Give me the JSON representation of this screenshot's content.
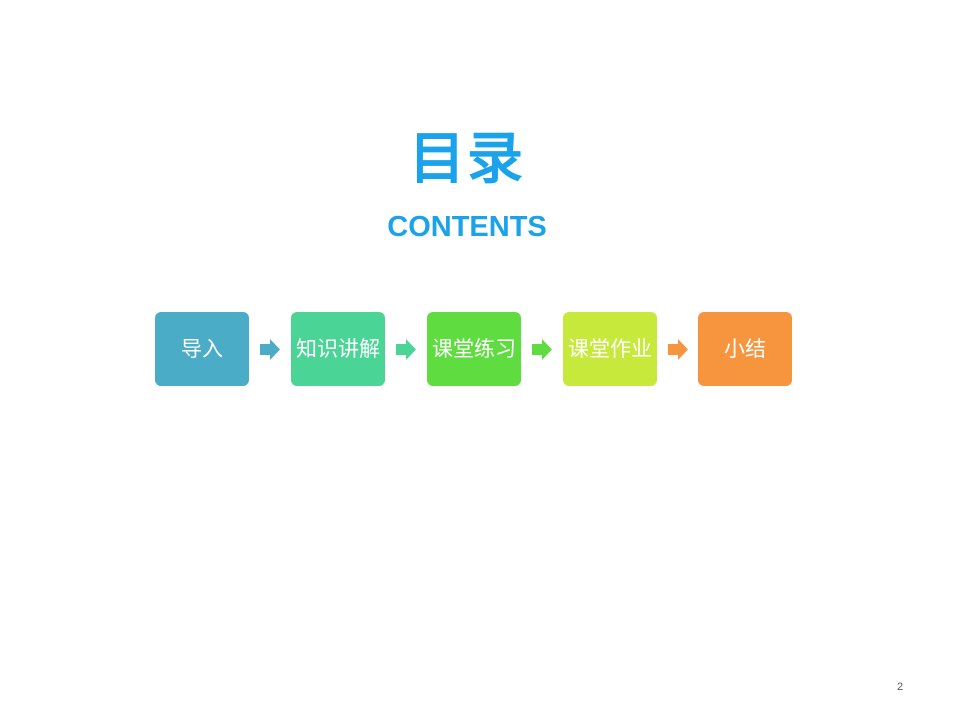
{
  "slide": {
    "title": "目录",
    "subtitle": "CONTENTS",
    "page_number": "2"
  },
  "steps": [
    {
      "label": "导入",
      "color": "#4aacc7"
    },
    {
      "label": "知识讲解",
      "color": "#4ad495"
    },
    {
      "label": "课堂练习",
      "color": "#5fdc40"
    },
    {
      "label": "课堂作业",
      "color": "#c7e93c"
    },
    {
      "label": "小结",
      "color": "#f7943e"
    }
  ],
  "arrows": [
    {
      "icon": "right-arrow-icon",
      "color": "#4aacc7"
    },
    {
      "icon": "right-arrow-icon",
      "color": "#4ad495"
    },
    {
      "icon": "right-arrow-icon",
      "color": "#5fdc40"
    },
    {
      "icon": "right-arrow-icon",
      "color": "#f7943e"
    }
  ]
}
